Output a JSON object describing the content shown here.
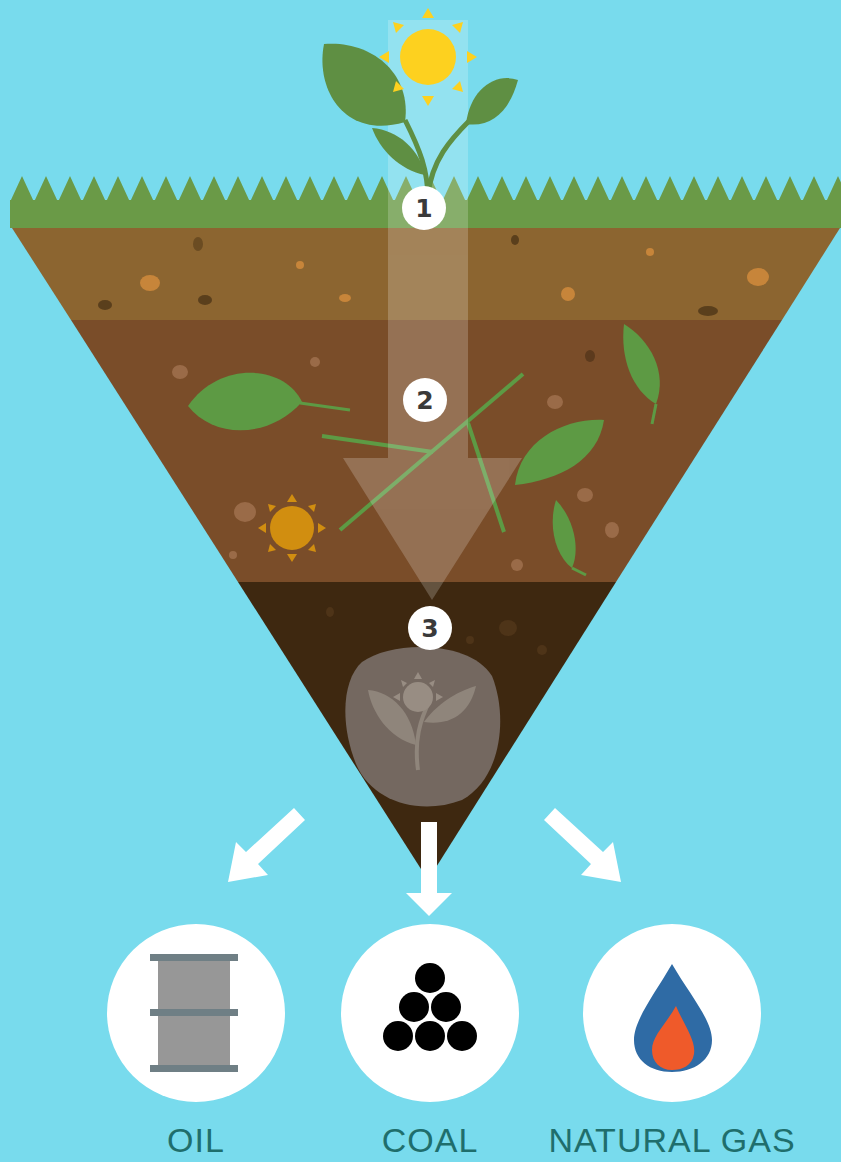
{
  "diagram": {
    "nodes": [
      {
        "text": [
          "1"
        ]
      },
      {
        "text": [
          "2"
        ]
      },
      {
        "text": [
          "3"
        ]
      },
      {
        "text": [
          "OIL"
        ]
      },
      {
        "text": [
          "COAL"
        ]
      },
      {
        "text": [
          "NATURAL GAS"
        ]
      }
    ]
  }
}
